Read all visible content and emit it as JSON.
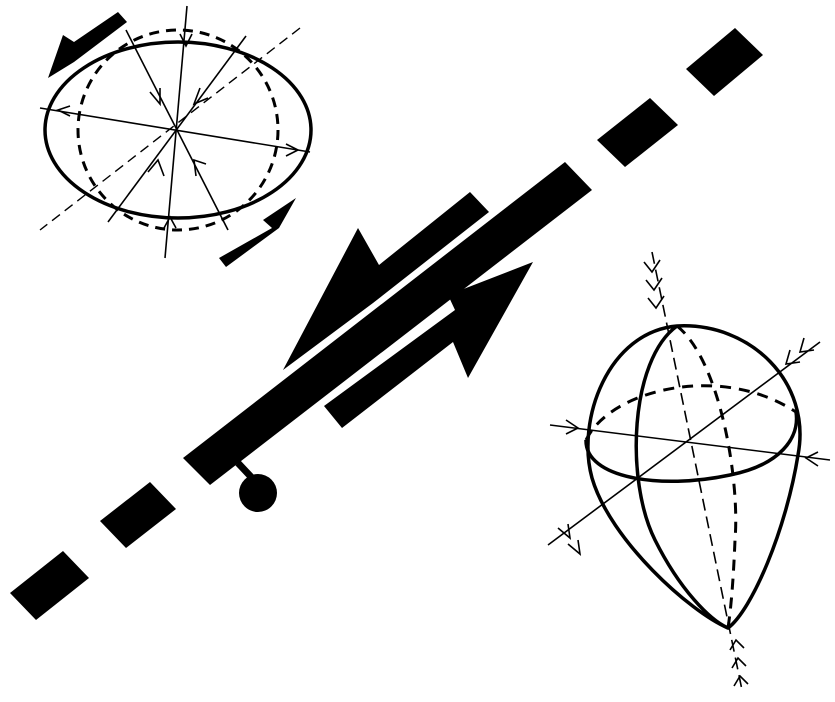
{
  "diagram": {
    "description_free": true,
    "colors": {
      "ink": "#000000",
      "background": "#ffffff"
    },
    "elements": [
      "fault-trace",
      "shear-arrow-upper",
      "shear-arrow-lower",
      "fault-plunger-symbol",
      "strain-ellipse-2d",
      "strain-ellipsoid-3d"
    ]
  }
}
